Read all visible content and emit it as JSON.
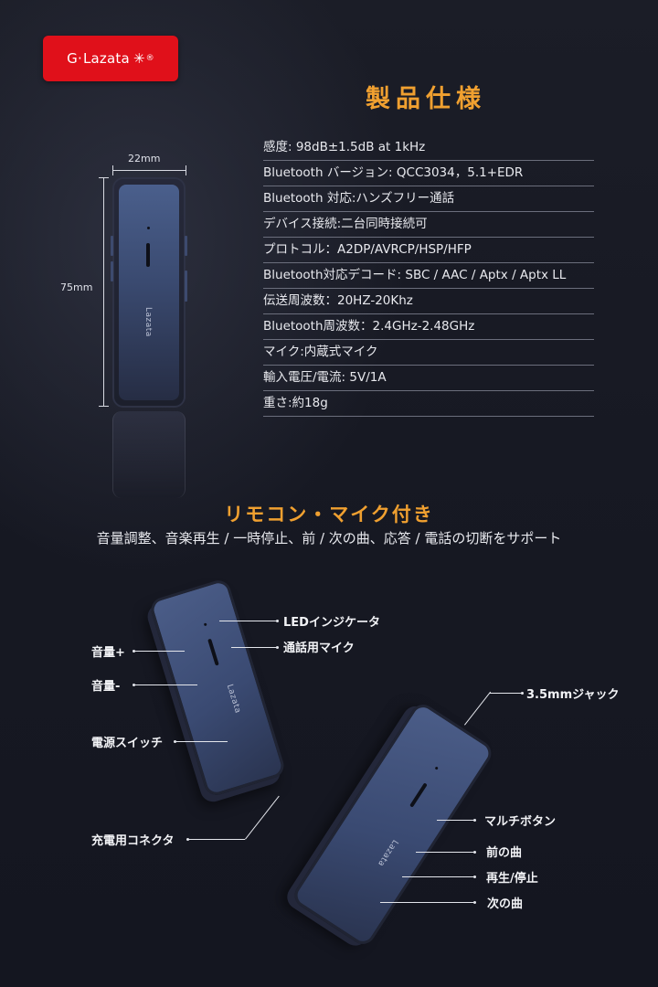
{
  "brand": {
    "logo_text": "Lazata",
    "logo_mark": "G·",
    "registered": "®",
    "logo_color": "#e0101a"
  },
  "specs": {
    "title": "製品仕様",
    "title_color": "#f0a030",
    "rows": [
      "感度: 98dB±1.5dB at 1kHz",
      "Bluetooth バージョン: QCC3034，5.1+EDR",
      "Bluetooth 対応:ハンズフリー通話",
      "デバイス接続:二台同時接続可",
      "プロトコル：A2DP/AVRCP/HSP/HFP",
      "Bluetooth対応デコード: SBC / AAC / Aptx / Aptx LL",
      "伝送周波数：20HZ-20Khz",
      "Bluetooth周波数：2.4GHz-2.48GHz",
      "マイク:内蔵式マイク",
      "輸入電圧/電流: 5V/1A",
      "重さ:約18g"
    ]
  },
  "dimensions": {
    "width": "22mm",
    "height": "75mm"
  },
  "device": {
    "brand_text": "Lazata"
  },
  "remote": {
    "title": "リモコン・マイク付き",
    "description": "音量調整、音楽再生 / 一時停止、前 / 次の曲、応答 / 電話の切断をサポート"
  },
  "callouts": {
    "led_indicator": "LEDインジケータ",
    "call_mic": "通話用マイク",
    "volume_up": "音量+",
    "volume_down": "音量-",
    "power_switch": "電源スイッチ",
    "charging_port": "充電用コネクタ",
    "jack": "3.5mmジャック",
    "multi_button": "マルチボタン",
    "prev_track": "前の曲",
    "play_pause": "再生/停止",
    "next_track": "次の曲"
  }
}
